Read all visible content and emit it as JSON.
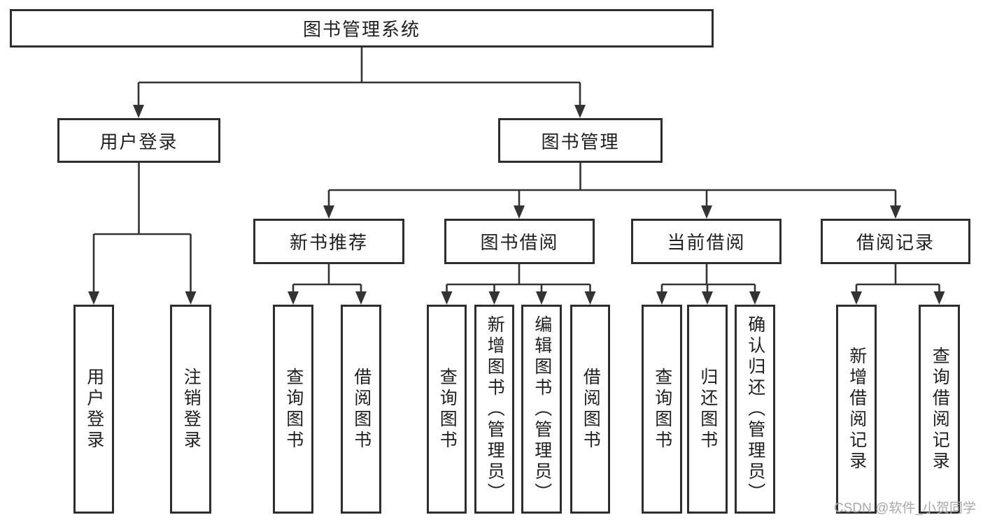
{
  "tree": {
    "label": "图书管理系统",
    "children": [
      {
        "label": "用户登录",
        "children": [
          {
            "label": "用户登录"
          },
          {
            "label": "注销登录"
          }
        ]
      },
      {
        "label": "图书管理",
        "children": [
          {
            "label": "新书推荐",
            "children": [
              {
                "label": "查询图书"
              },
              {
                "label": "借阅图书"
              }
            ]
          },
          {
            "label": "图书借阅",
            "children": [
              {
                "label": "查询图书"
              },
              {
                "label": "新增图书（管理员）"
              },
              {
                "label": "编辑图书（管理员）"
              },
              {
                "label": "借阅图书"
              }
            ]
          },
          {
            "label": "当前借阅",
            "children": [
              {
                "label": "查询图书"
              },
              {
                "label": "归还图书"
              },
              {
                "label": "确认归还（管理员）"
              }
            ]
          },
          {
            "label": "借阅记录",
            "children": [
              {
                "label": "新增借阅记录"
              },
              {
                "label": "查询借阅记录"
              }
            ]
          }
        ]
      }
    ]
  },
  "watermark": {
    "text": "CSDN @软件_小贺同学"
  },
  "colors": {
    "line": "#333333",
    "box_border": "#2e2e2e",
    "text": "#1f1f1f",
    "watermark": "#a8a8a8",
    "background": "#ffffff"
  }
}
